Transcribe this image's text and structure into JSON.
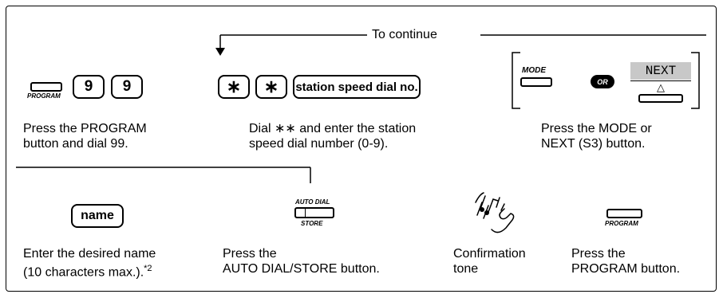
{
  "continue_label": "To continue",
  "step1": {
    "button_label": "PROGRAM",
    "keys": [
      "9",
      "9"
    ],
    "caption": [
      "Press the PROGRAM",
      "button and dial 99."
    ]
  },
  "step2": {
    "keys": [
      "∗",
      "∗"
    ],
    "key_text": "station speed dial no.",
    "caption": [
      "Dial ∗∗ and enter the station",
      "speed dial number (0-9)."
    ]
  },
  "step3": {
    "mode_label": "MODE",
    "or_label": "OR",
    "next_label": "NEXT",
    "triangle": "△",
    "caption": [
      "Press the MODE or",
      "NEXT (S3) button."
    ]
  },
  "step4": {
    "key_text": "name",
    "caption": [
      "Enter the desired name",
      "(10 characters max.).",
      "*2"
    ]
  },
  "step5": {
    "top_label": "AUTO DIAL",
    "bottom_label": "STORE",
    "caption": [
      "Press the",
      "AUTO DIAL/STORE button."
    ]
  },
  "step6": {
    "caption": [
      "Confirmation",
      "tone"
    ]
  },
  "step7": {
    "button_label": "PROGRAM",
    "caption": [
      "Press the",
      "PROGRAM button."
    ]
  }
}
